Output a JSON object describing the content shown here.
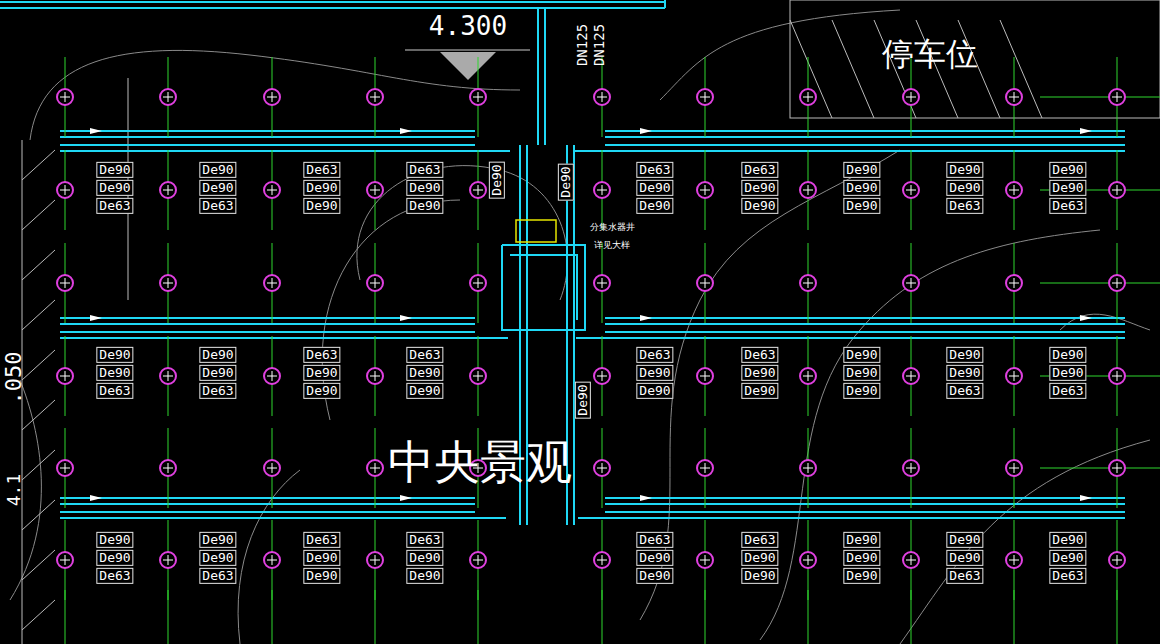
{
  "diagram": {
    "labels": [
      "4.300",
      "DN125",
      "DN125",
      "停车位",
      "De90",
      "De90",
      "De63",
      "De90",
      "De90",
      "De63",
      "De63",
      "De90",
      "De90",
      "De63",
      "De90",
      "De90",
      "De90",
      "De90",
      "De63",
      "De90",
      "De90",
      "De63",
      "De90",
      "De90",
      "De90",
      "De90",
      "De90",
      "De90",
      "De90",
      "De63",
      "De90",
      "De90",
      "De63",
      "分集水器井",
      "详见大样",
      ".050",
      "4.1",
      "De90",
      "De90",
      "De63",
      "De90",
      "De90",
      "De63",
      "De63",
      "De90",
      "De90",
      "De63",
      "De90",
      "De90",
      "De63",
      "De90",
      "De90",
      "De63",
      "De90",
      "De90",
      "De90",
      "De90",
      "De90",
      "De90",
      "De90",
      "De63",
      "De90",
      "De90",
      "De63",
      "De90",
      "中央景观",
      "De90",
      "De90",
      "De63",
      "De90",
      "De90",
      "De63",
      "De63",
      "De90",
      "De90",
      "De63",
      "De90",
      "De90",
      "De63",
      "De90",
      "De90",
      "De63",
      "De90",
      "De90",
      "De90",
      "De90",
      "De90",
      "De90",
      "De90",
      "De63",
      "De90",
      "De90",
      "De63"
    ]
  }
}
